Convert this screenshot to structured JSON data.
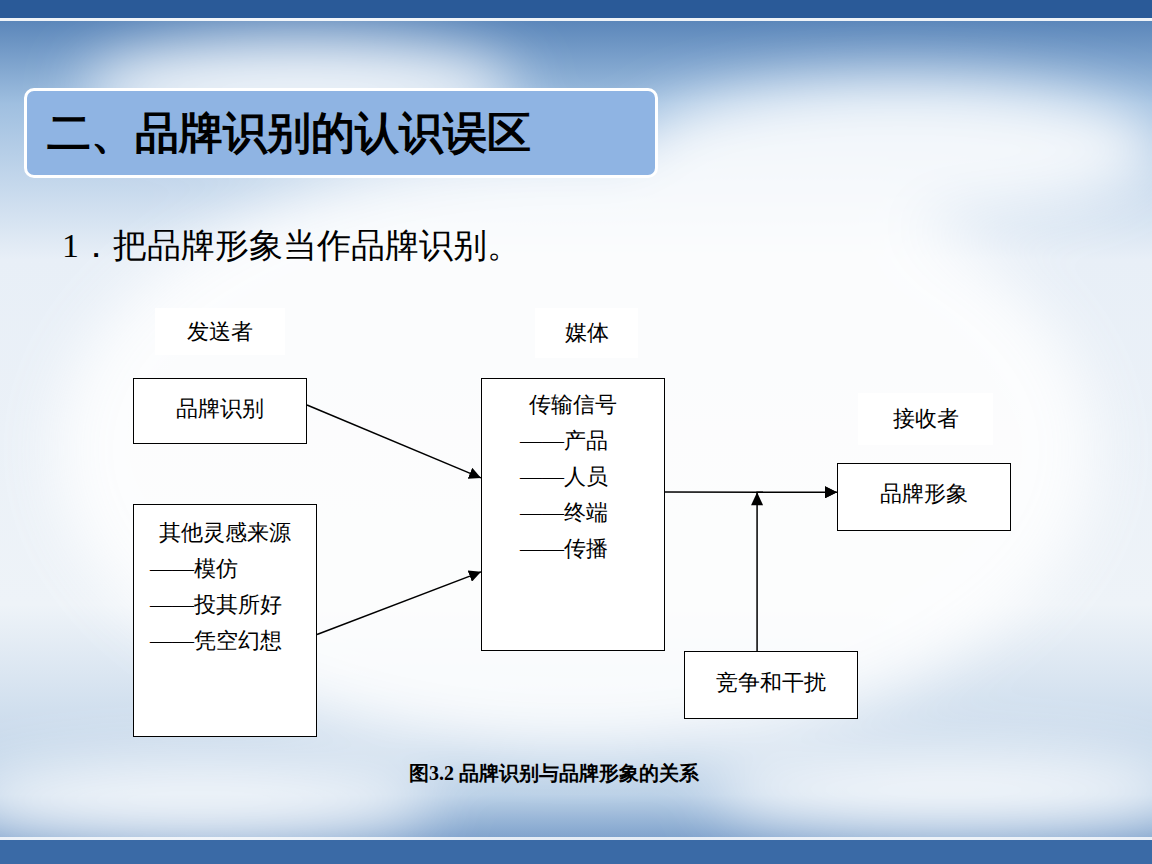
{
  "diagram": {
    "title": "二、品牌识别的认识误区",
    "caption": "图3.2 品牌识别与品牌形象的关系",
    "nodes": [
      {
        "text": [
          "品牌识别"
        ]
      },
      {
        "text": [
          "其他灵感来源",
          "——模仿",
          "——投其所好",
          "——凭空幻想"
        ]
      },
      {
        "text": [
          "传输信号",
          "——产品",
          "——人员",
          "——终端",
          "——传播"
        ]
      },
      {
        "text": [
          "品牌形象"
        ]
      },
      {
        "text": [
          "竞争和干扰"
        ]
      }
    ],
    "edges": [
      {
        "from": 0,
        "to": 2,
        "arrow": "to"
      },
      {
        "from": 1,
        "to": 2,
        "arrow": "to"
      },
      {
        "from": 2,
        "to": 3,
        "arrow": "to"
      },
      {
        "from": 4,
        "to": 3,
        "arrow": "to"
      }
    ],
    "labels": [
      "1．把品牌形象当作品牌识别。",
      "发送者",
      "媒体",
      "接收者"
    ]
  }
}
